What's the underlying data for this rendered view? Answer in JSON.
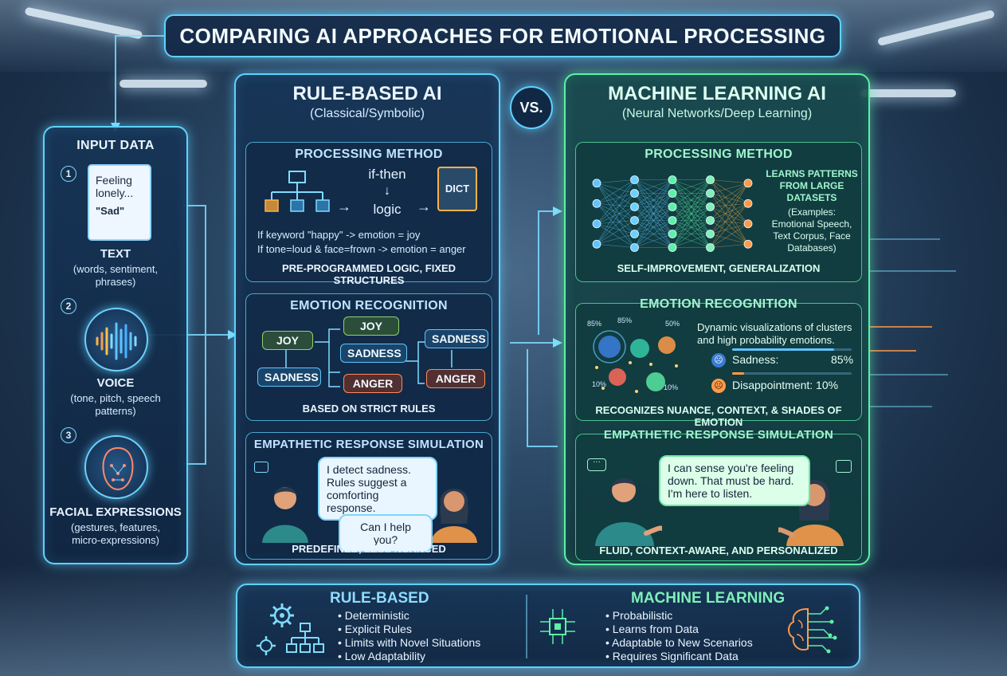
{
  "title": "COMPARING AI APPROACHES FOR EMOTIONAL PROCESSING",
  "vs": "VS.",
  "input": {
    "heading": "INPUT DATA",
    "items": [
      {
        "num": "1",
        "label": "TEXT",
        "desc": "(words, sentiment, phrases)",
        "doc_line1": "Feeling",
        "doc_line2": "lonely...",
        "doc_line3": "\"Sad\""
      },
      {
        "num": "2",
        "label": "VOICE",
        "desc": "(tone, pitch, speech patterns)"
      },
      {
        "num": "3",
        "label": "FACIAL EXPRESSIONS",
        "desc": "(gestures, features, micro-expressions)"
      }
    ]
  },
  "rule": {
    "title": "RULE-BASED AI",
    "subtitle": "(Classical/Symbolic)",
    "processing": {
      "heading": "PROCESSING METHOD",
      "logic_top": "if-then",
      "logic_arrow": "↓",
      "logic_bottom": "logic",
      "dict": "DICT",
      "rule1": "If keyword \"happy\" -> emotion = joy",
      "rule2": "If tone=loud & face=frown -> emotion = anger",
      "footer": "PRE-PROGRAMMED LOGIC, FIXED STRUCTURES"
    },
    "recognition": {
      "heading": "EMOTION RECOGNITION",
      "tags": [
        "JOY",
        "SADNESS",
        "JOY",
        "SADNESS",
        "ANGER",
        "SADNESS",
        "ANGER"
      ],
      "footer": "BASED ON STRICT RULES"
    },
    "response": {
      "heading": "EMPATHETIC RESPONSE SIMULATION",
      "bubble1": "I detect sadness. Rules suggest a comforting response.",
      "bubble2": "Can I help you?",
      "footer": "PREDEFINED, LESS NUANCED"
    }
  },
  "ml": {
    "title": "MACHINE LEARNING AI",
    "subtitle": "(Neural Networks/Deep Learning)",
    "processing": {
      "heading": "PROCESSING METHOD",
      "learn_line1": "LEARNS PATTERNS",
      "learn_line2": "FROM LARGE",
      "learn_line3": "DATASETS",
      "examples": "(Examples: Emotional Speech, Text Corpus, Face Databases)",
      "footer": "SELF-IMPROVEMENT, GENERALIZATION"
    },
    "recognition": {
      "heading": "EMOTION RECOGNITION",
      "desc": "Dynamic visualizations of clusters and high probability emotions.",
      "pct_a": "85%",
      "pct_b": "85%",
      "pct_c": "50%",
      "pct_d": "10%",
      "pct_e": "10%",
      "sadness_label": "Sadness:",
      "sadness_value": "85%",
      "sadness_level": 0.85,
      "disappointment_label": "Disappointment: 10%",
      "disappointment_level": 0.1,
      "footer": "RECOGNIZES NUANCE, CONTEXT, & SHADES OF EMOTION"
    },
    "response": {
      "heading": "EMPATHETIC RESPONSE SIMULATION",
      "bubble": "I can sense you're feeling down. That must be hard. I'm here to listen.",
      "footer": "FLUID, CONTEXT-AWARE, AND PERSONALIZED"
    }
  },
  "summary": {
    "rule_title": "RULE-BASED",
    "rule_items": [
      "Deterministic",
      "Explicit Rules",
      "Limits with Novel Situations",
      "Low Adaptability"
    ],
    "ml_title": "MACHINE LEARNING",
    "ml_items": [
      "Probabilistic",
      "Learns from Data",
      "Adaptable to New Scenarios",
      "Requires Significant Data"
    ]
  },
  "colors": {
    "cyan_accent": "#5fd2ff",
    "green_accent": "#5cf0a8",
    "joy": "#8fd36a",
    "sadness": "#5fc4ff",
    "anger": "#ff8a5c"
  }
}
